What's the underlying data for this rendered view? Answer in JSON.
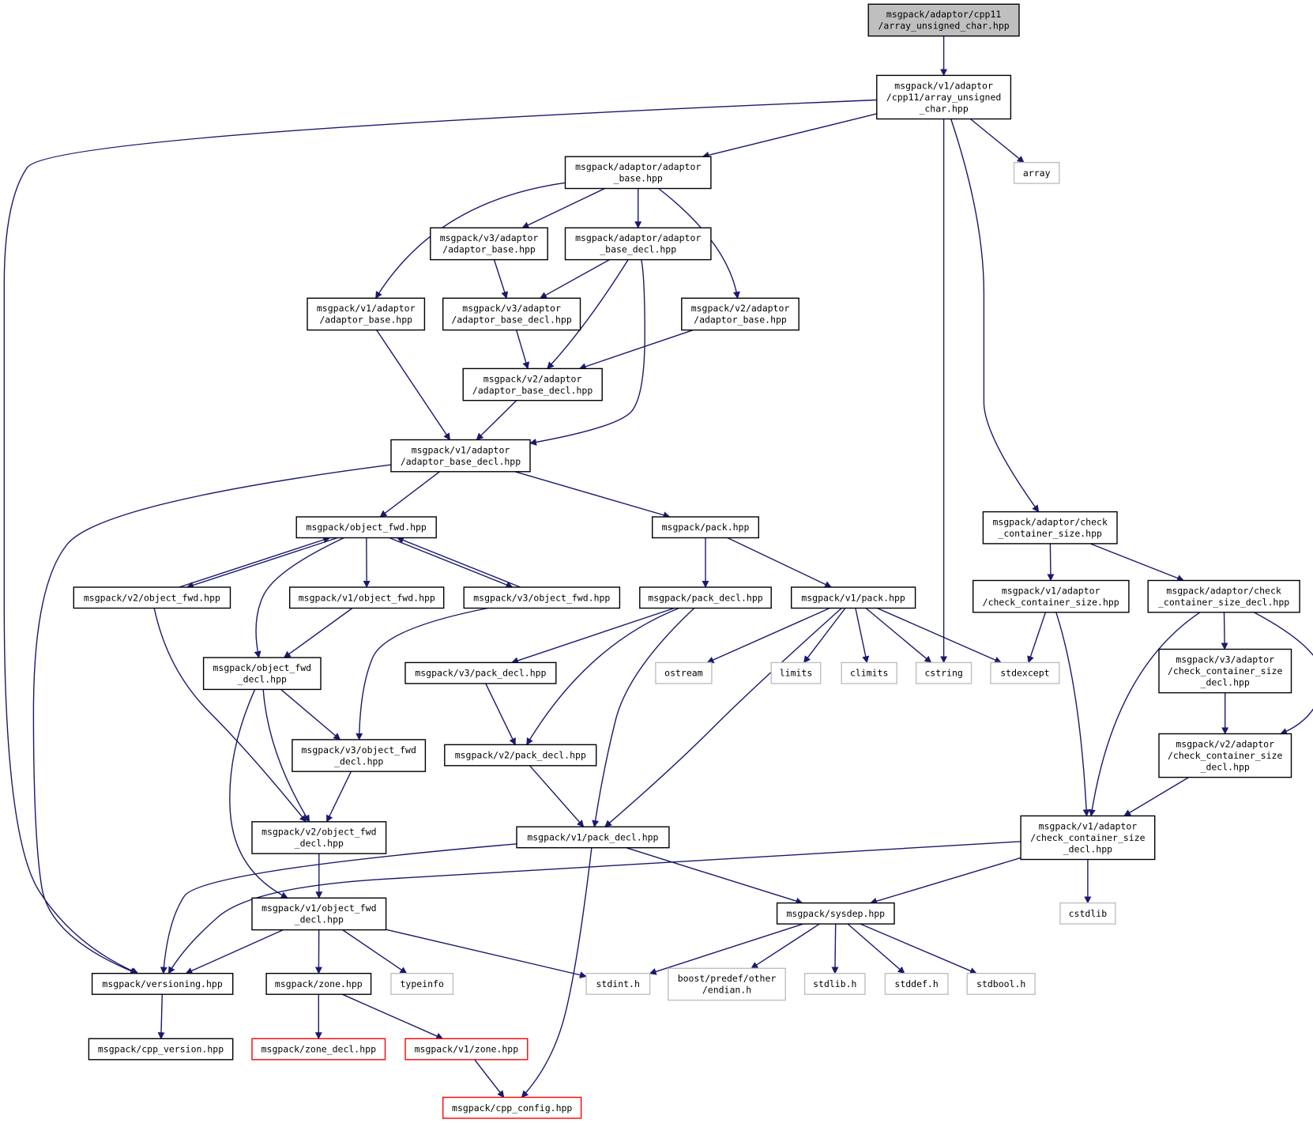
{
  "diagram": {
    "nodes": [
      {
        "id": "root",
        "lines": [
          "msgpack/adaptor/cpp11",
          "/array_unsigned_char.hpp"
        ],
        "style": "root"
      },
      {
        "id": "v1_auc",
        "lines": [
          "msgpack/v1/adaptor",
          "/cpp11/array_unsigned",
          "_char.hpp"
        ],
        "style": "normal"
      },
      {
        "id": "array",
        "lines": [
          "array"
        ],
        "style": "ext"
      },
      {
        "id": "adaptor_base",
        "lines": [
          "msgpack/adaptor/adaptor",
          "_base.hpp"
        ],
        "style": "normal"
      },
      {
        "id": "v3_ab",
        "lines": [
          "msgpack/v3/adaptor",
          "/adaptor_base.hpp"
        ],
        "style": "normal"
      },
      {
        "id": "ab_decl",
        "lines": [
          "msgpack/adaptor/adaptor",
          "_base_decl.hpp"
        ],
        "style": "normal"
      },
      {
        "id": "v1_ab",
        "lines": [
          "msgpack/v1/adaptor",
          "/adaptor_base.hpp"
        ],
        "style": "normal"
      },
      {
        "id": "v3_abd",
        "lines": [
          "msgpack/v3/adaptor",
          "/adaptor_base_decl.hpp"
        ],
        "style": "normal"
      },
      {
        "id": "v2_ab",
        "lines": [
          "msgpack/v2/adaptor",
          "/adaptor_base.hpp"
        ],
        "style": "normal"
      },
      {
        "id": "v2_abd",
        "lines": [
          "msgpack/v2/adaptor",
          "/adaptor_base_decl.hpp"
        ],
        "style": "normal"
      },
      {
        "id": "v1_abd",
        "lines": [
          "msgpack/v1/adaptor",
          "/adaptor_base_decl.hpp"
        ],
        "style": "normal"
      },
      {
        "id": "object_fwd",
        "lines": [
          "msgpack/object_fwd.hpp"
        ],
        "style": "normal"
      },
      {
        "id": "pack",
        "lines": [
          "msgpack/pack.hpp"
        ],
        "style": "normal"
      },
      {
        "id": "ccs",
        "lines": [
          "msgpack/adaptor/check",
          "_container_size.hpp"
        ],
        "style": "normal"
      },
      {
        "id": "v2_of",
        "lines": [
          "msgpack/v2/object_fwd.hpp"
        ],
        "style": "normal"
      },
      {
        "id": "v1_of",
        "lines": [
          "msgpack/v1/object_fwd.hpp"
        ],
        "style": "normal"
      },
      {
        "id": "v3_of",
        "lines": [
          "msgpack/v3/object_fwd.hpp"
        ],
        "style": "normal"
      },
      {
        "id": "pack_decl",
        "lines": [
          "msgpack/pack_decl.hpp"
        ],
        "style": "normal"
      },
      {
        "id": "v1_pack",
        "lines": [
          "msgpack/v1/pack.hpp"
        ],
        "style": "normal"
      },
      {
        "id": "v1_ccs",
        "lines": [
          "msgpack/v1/adaptor",
          "/check_container_size.hpp"
        ],
        "style": "normal"
      },
      {
        "id": "ccs_decl",
        "lines": [
          "msgpack/adaptor/check",
          "_container_size_decl.hpp"
        ],
        "style": "normal"
      },
      {
        "id": "of_decl",
        "lines": [
          "msgpack/object_fwd",
          "_decl.hpp"
        ],
        "style": "normal"
      },
      {
        "id": "v3_pd",
        "lines": [
          "msgpack/v3/pack_decl.hpp"
        ],
        "style": "normal"
      },
      {
        "id": "ostream",
        "lines": [
          "ostream"
        ],
        "style": "ext"
      },
      {
        "id": "limits",
        "lines": [
          "limits"
        ],
        "style": "ext"
      },
      {
        "id": "climits",
        "lines": [
          "climits"
        ],
        "style": "ext"
      },
      {
        "id": "cstring",
        "lines": [
          "cstring"
        ],
        "style": "ext"
      },
      {
        "id": "stdexcept",
        "lines": [
          "stdexcept"
        ],
        "style": "ext"
      },
      {
        "id": "v3_ccsd",
        "lines": [
          "msgpack/v3/adaptor",
          "/check_container_size",
          "_decl.hpp"
        ],
        "style": "normal"
      },
      {
        "id": "v3_ofd",
        "lines": [
          "msgpack/v3/object_fwd",
          "_decl.hpp"
        ],
        "style": "normal"
      },
      {
        "id": "v2_pd",
        "lines": [
          "msgpack/v2/pack_decl.hpp"
        ],
        "style": "normal"
      },
      {
        "id": "v2_ccsd",
        "lines": [
          "msgpack/v2/adaptor",
          "/check_container_size",
          "_decl.hpp"
        ],
        "style": "normal"
      },
      {
        "id": "v2_ofd",
        "lines": [
          "msgpack/v2/object_fwd",
          "_decl.hpp"
        ],
        "style": "normal"
      },
      {
        "id": "v1_pd",
        "lines": [
          "msgpack/v1/pack_decl.hpp"
        ],
        "style": "normal"
      },
      {
        "id": "v1_ccsd",
        "lines": [
          "msgpack/v1/adaptor",
          "/check_container_size",
          "_decl.hpp"
        ],
        "style": "normal"
      },
      {
        "id": "v1_ofd",
        "lines": [
          "msgpack/v1/object_fwd",
          "_decl.hpp"
        ],
        "style": "normal"
      },
      {
        "id": "sysdep",
        "lines": [
          "msgpack/sysdep.hpp"
        ],
        "style": "normal"
      },
      {
        "id": "cstdlib",
        "lines": [
          "cstdlib"
        ],
        "style": "ext"
      },
      {
        "id": "versioning",
        "lines": [
          "msgpack/versioning.hpp"
        ],
        "style": "normal"
      },
      {
        "id": "zone",
        "lines": [
          "msgpack/zone.hpp"
        ],
        "style": "normal"
      },
      {
        "id": "typeinfo",
        "lines": [
          "typeinfo"
        ],
        "style": "ext"
      },
      {
        "id": "stdint",
        "lines": [
          "stdint.h"
        ],
        "style": "ext"
      },
      {
        "id": "endian",
        "lines": [
          "boost/predef/other",
          "/endian.h"
        ],
        "style": "ext"
      },
      {
        "id": "stdlib",
        "lines": [
          "stdlib.h"
        ],
        "style": "ext"
      },
      {
        "id": "stddef",
        "lines": [
          "stddef.h"
        ],
        "style": "ext"
      },
      {
        "id": "stdbool",
        "lines": [
          "stdbool.h"
        ],
        "style": "ext"
      },
      {
        "id": "cpp_version",
        "lines": [
          "msgpack/cpp_version.hpp"
        ],
        "style": "normal"
      },
      {
        "id": "zone_decl",
        "lines": [
          "msgpack/zone_decl.hpp"
        ],
        "style": "red"
      },
      {
        "id": "v1_zone",
        "lines": [
          "msgpack/v1/zone.hpp"
        ],
        "style": "red"
      },
      {
        "id": "cpp_config",
        "lines": [
          "msgpack/cpp_config.hpp"
        ],
        "style": "red"
      }
    ],
    "edges": [
      [
        "root",
        "v1_auc"
      ],
      [
        "v1_auc",
        "versioning"
      ],
      [
        "v1_auc",
        "adaptor_base"
      ],
      [
        "v1_auc",
        "cstring"
      ],
      [
        "v1_auc",
        "array"
      ],
      [
        "v1_auc",
        "ccs"
      ],
      [
        "adaptor_base",
        "v1_ab"
      ],
      [
        "adaptor_base",
        "v3_ab"
      ],
      [
        "adaptor_base",
        "ab_decl"
      ],
      [
        "adaptor_base",
        "v2_ab"
      ],
      [
        "v3_ab",
        "v3_abd"
      ],
      [
        "ab_decl",
        "v3_abd"
      ],
      [
        "ab_decl",
        "v2_abd"
      ],
      [
        "ab_decl",
        "v1_abd"
      ],
      [
        "v3_abd",
        "v2_abd"
      ],
      [
        "v2_ab",
        "v2_abd"
      ],
      [
        "v1_ab",
        "v1_abd"
      ],
      [
        "v2_abd",
        "v1_abd"
      ],
      [
        "v1_abd",
        "versioning"
      ],
      [
        "v1_abd",
        "object_fwd"
      ],
      [
        "v1_abd",
        "pack"
      ],
      [
        "object_fwd",
        "v2_of"
      ],
      [
        "object_fwd",
        "v1_of"
      ],
      [
        "object_fwd",
        "v3_of"
      ],
      [
        "object_fwd",
        "of_decl"
      ],
      [
        "v2_of",
        "object_fwd"
      ],
      [
        "v3_of",
        "object_fwd"
      ],
      [
        "v2_of",
        "v2_ofd"
      ],
      [
        "v1_of",
        "of_decl"
      ],
      [
        "v3_of",
        "v3_ofd"
      ],
      [
        "of_decl",
        "v3_ofd"
      ],
      [
        "of_decl",
        "v2_ofd"
      ],
      [
        "of_decl",
        "v1_ofd"
      ],
      [
        "v3_ofd",
        "v2_ofd"
      ],
      [
        "v2_ofd",
        "v1_ofd"
      ],
      [
        "v1_ofd",
        "versioning"
      ],
      [
        "v1_ofd",
        "zone"
      ],
      [
        "v1_ofd",
        "typeinfo"
      ],
      [
        "v1_ofd",
        "stdint"
      ],
      [
        "pack",
        "pack_decl"
      ],
      [
        "pack",
        "v1_pack"
      ],
      [
        "pack_decl",
        "v3_pd"
      ],
      [
        "pack_decl",
        "v2_pd"
      ],
      [
        "pack_decl",
        "v1_pd"
      ],
      [
        "v3_pd",
        "v2_pd"
      ],
      [
        "v2_pd",
        "v1_pd"
      ],
      [
        "v1_pack",
        "v1_pd"
      ],
      [
        "v1_pack",
        "ostream"
      ],
      [
        "v1_pack",
        "limits"
      ],
      [
        "v1_pack",
        "climits"
      ],
      [
        "v1_pack",
        "cstring"
      ],
      [
        "v1_pack",
        "stdexcept"
      ],
      [
        "v1_pd",
        "versioning"
      ],
      [
        "v1_pd",
        "sysdep"
      ],
      [
        "v1_pd",
        "cpp_config"
      ],
      [
        "ccs",
        "v1_ccs"
      ],
      [
        "ccs",
        "ccs_decl"
      ],
      [
        "v1_ccs",
        "stdexcept"
      ],
      [
        "v1_ccs",
        "v1_ccsd"
      ],
      [
        "ccs_decl",
        "v1_ccsd"
      ],
      [
        "ccs_decl",
        "v3_ccsd"
      ],
      [
        "ccs_decl",
        "v2_ccsd"
      ],
      [
        "v3_ccsd",
        "v2_ccsd"
      ],
      [
        "v2_ccsd",
        "v1_ccsd"
      ],
      [
        "v1_ccsd",
        "versioning"
      ],
      [
        "v1_ccsd",
        "sysdep"
      ],
      [
        "v1_ccsd",
        "cstdlib"
      ],
      [
        "sysdep",
        "stdint"
      ],
      [
        "sysdep",
        "endian"
      ],
      [
        "sysdep",
        "stdlib"
      ],
      [
        "sysdep",
        "stddef"
      ],
      [
        "sysdep",
        "stdbool"
      ],
      [
        "versioning",
        "cpp_version"
      ],
      [
        "zone",
        "zone_decl"
      ],
      [
        "zone",
        "v1_zone"
      ],
      [
        "v1_zone",
        "cpp_config"
      ]
    ]
  }
}
